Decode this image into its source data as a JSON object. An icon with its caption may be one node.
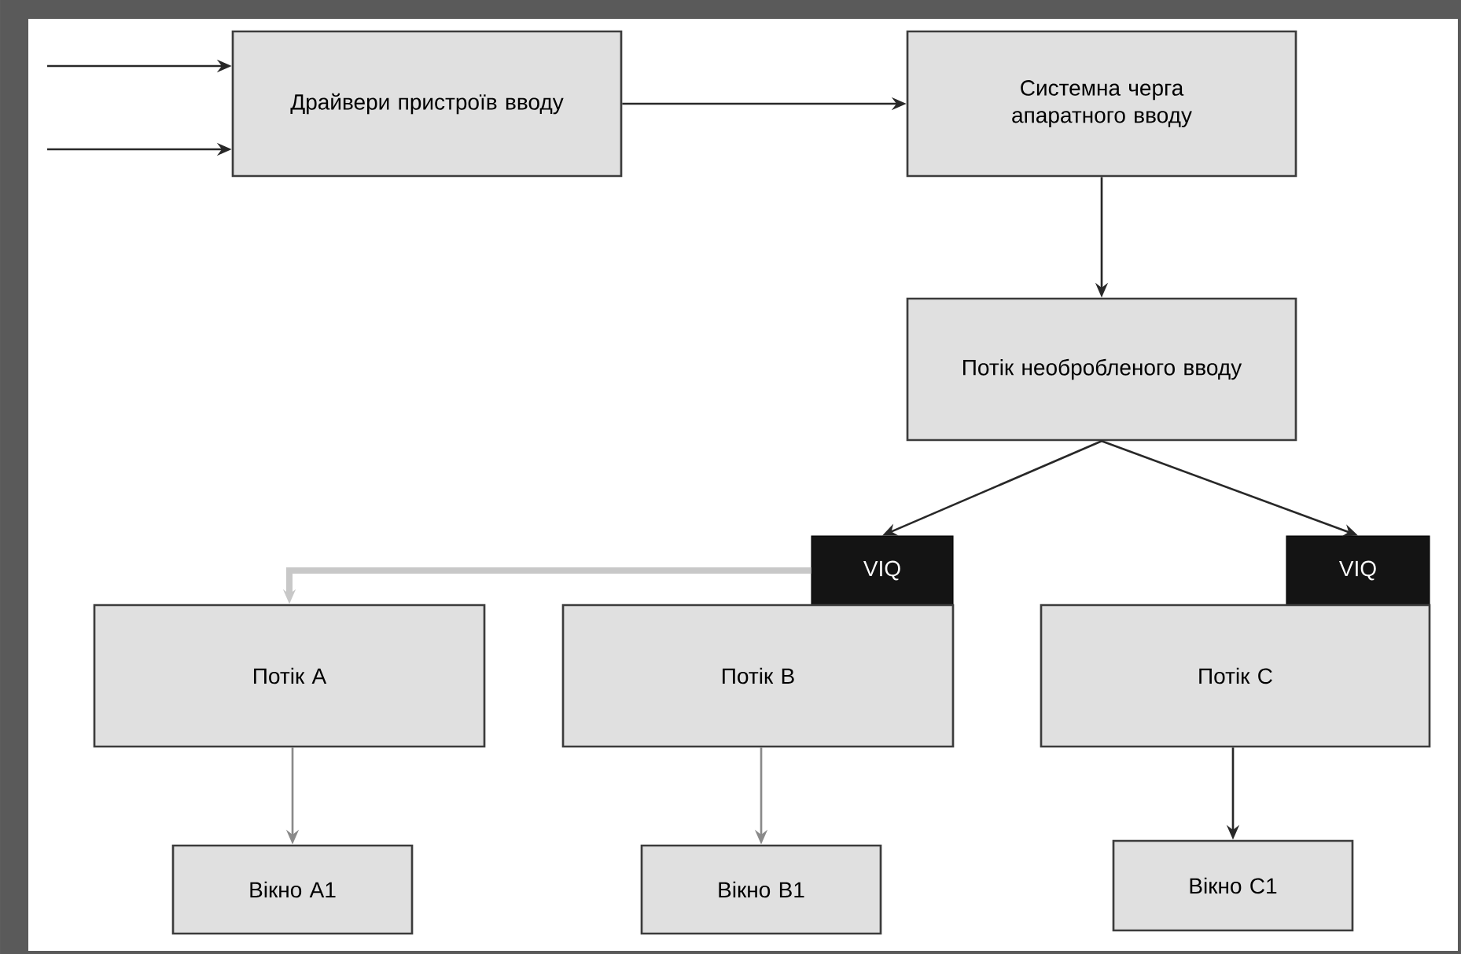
{
  "diagram": {
    "nodes": [
      {
        "text": [
          "Драйвери пристроїв вводу"
        ]
      },
      {
        "text": [
          "Системна черга апаратного вводу"
        ]
      },
      {
        "text": [
          "Потік необробленого вводу"
        ]
      },
      {
        "text": [
          "Потік A"
        ]
      },
      {
        "text": [
          "VIQ"
        ]
      },
      {
        "text": [
          "Потік B"
        ]
      },
      {
        "text": [
          "VIQ"
        ]
      },
      {
        "text": [
          "Потік C"
        ]
      },
      {
        "text": [
          "Вікно A1"
        ]
      },
      {
        "text": [
          "Вікно B1"
        ]
      },
      {
        "text": [
          "Вікно C1"
        ]
      }
    ],
    "edges": [
      {
        "from": null,
        "to": 0,
        "arrow": "to"
      },
      {
        "from": null,
        "to": 0,
        "arrow": "to"
      },
      {
        "from": 0,
        "to": 1,
        "arrow": "to"
      },
      {
        "from": 1,
        "to": 2,
        "arrow": "to"
      },
      {
        "from": 2,
        "to": 4,
        "arrow": "to"
      },
      {
        "from": 2,
        "to": 6,
        "arrow": "to"
      },
      {
        "from": 4,
        "to": 3,
        "arrow": "to",
        "style": "thick",
        "color": "#c8c8c8"
      },
      {
        "from": 3,
        "to": 8,
        "arrow": "to",
        "color": "#8a8a8a"
      },
      {
        "from": 5,
        "to": 9,
        "arrow": "to",
        "color": "#8a8a8a"
      },
      {
        "from": 7,
        "to": 10,
        "arrow": "to"
      }
    ]
  }
}
